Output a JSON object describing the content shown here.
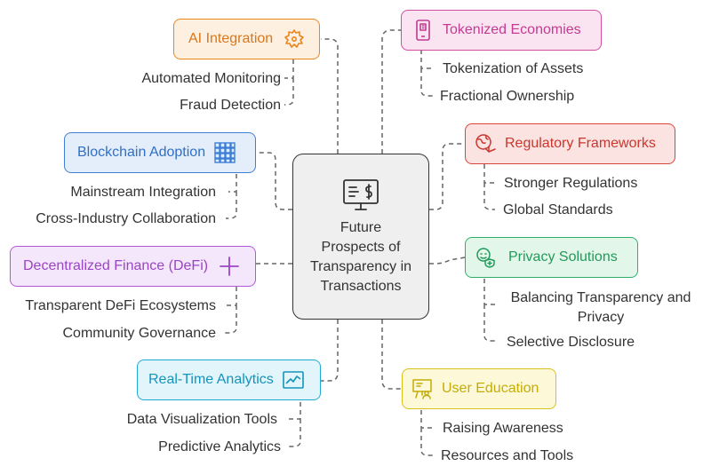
{
  "center": {
    "title": "Future Prospects of Transparency in Transactions",
    "icon": "monitor-dollar-icon"
  },
  "branches": {
    "ai": {
      "label": "AI Integration",
      "icon": "brain-chip-icon",
      "color": "#e8871e",
      "fill": "#fdf0e0",
      "leaves": [
        "Automated Monitoring",
        "Fraud Detection"
      ]
    },
    "blockchain": {
      "label": "Blockchain Adoption",
      "icon": "blocks-grid-icon",
      "color": "#3f7fd6",
      "fill": "#e4eefb",
      "leaves": [
        "Mainstream Integration",
        "Cross-Industry Collaboration"
      ]
    },
    "defi": {
      "label": "Decentralized Finance (DeFi)",
      "icon": "plus-icon",
      "color": "#b05bd6",
      "fill": "#f4e6fb",
      "leaves": [
        "Transparent DeFi Ecosystems",
        "Community Governance"
      ]
    },
    "analytics": {
      "label": "Real-Time Analytics",
      "icon": "chart-line-icon",
      "color": "#1eaad3",
      "fill": "#e2f5fb",
      "leaves": [
        "Data Visualization Tools",
        "Predictive Analytics"
      ]
    },
    "token": {
      "label": "Tokenized Economies",
      "icon": "mobile-token-icon",
      "color": "#d14ba0",
      "fill": "#fbe4f2",
      "leaves": [
        "Tokenization of Assets",
        "Fractional Ownership"
      ]
    },
    "reg": {
      "label": "Regulatory Frameworks",
      "icon": "globe-rules-icon",
      "color": "#d9453e",
      "fill": "#fbe3e1",
      "leaves": [
        "Stronger Regulations",
        "Global Standards"
      ]
    },
    "privacy": {
      "label": "Privacy Solutions",
      "icon": "user-shield-icon",
      "color": "#2fae6a",
      "fill": "#e2f6ea",
      "leaves": [
        "Balancing Transparency and Privacy",
        "Selective Disclosure"
      ]
    },
    "edu": {
      "label": "User Education",
      "icon": "teaching-board-icon",
      "color": "#d9c21b",
      "fill": "#fcf8d8",
      "leaves": [
        "Raising Awareness",
        "Resources and Tools"
      ]
    }
  }
}
